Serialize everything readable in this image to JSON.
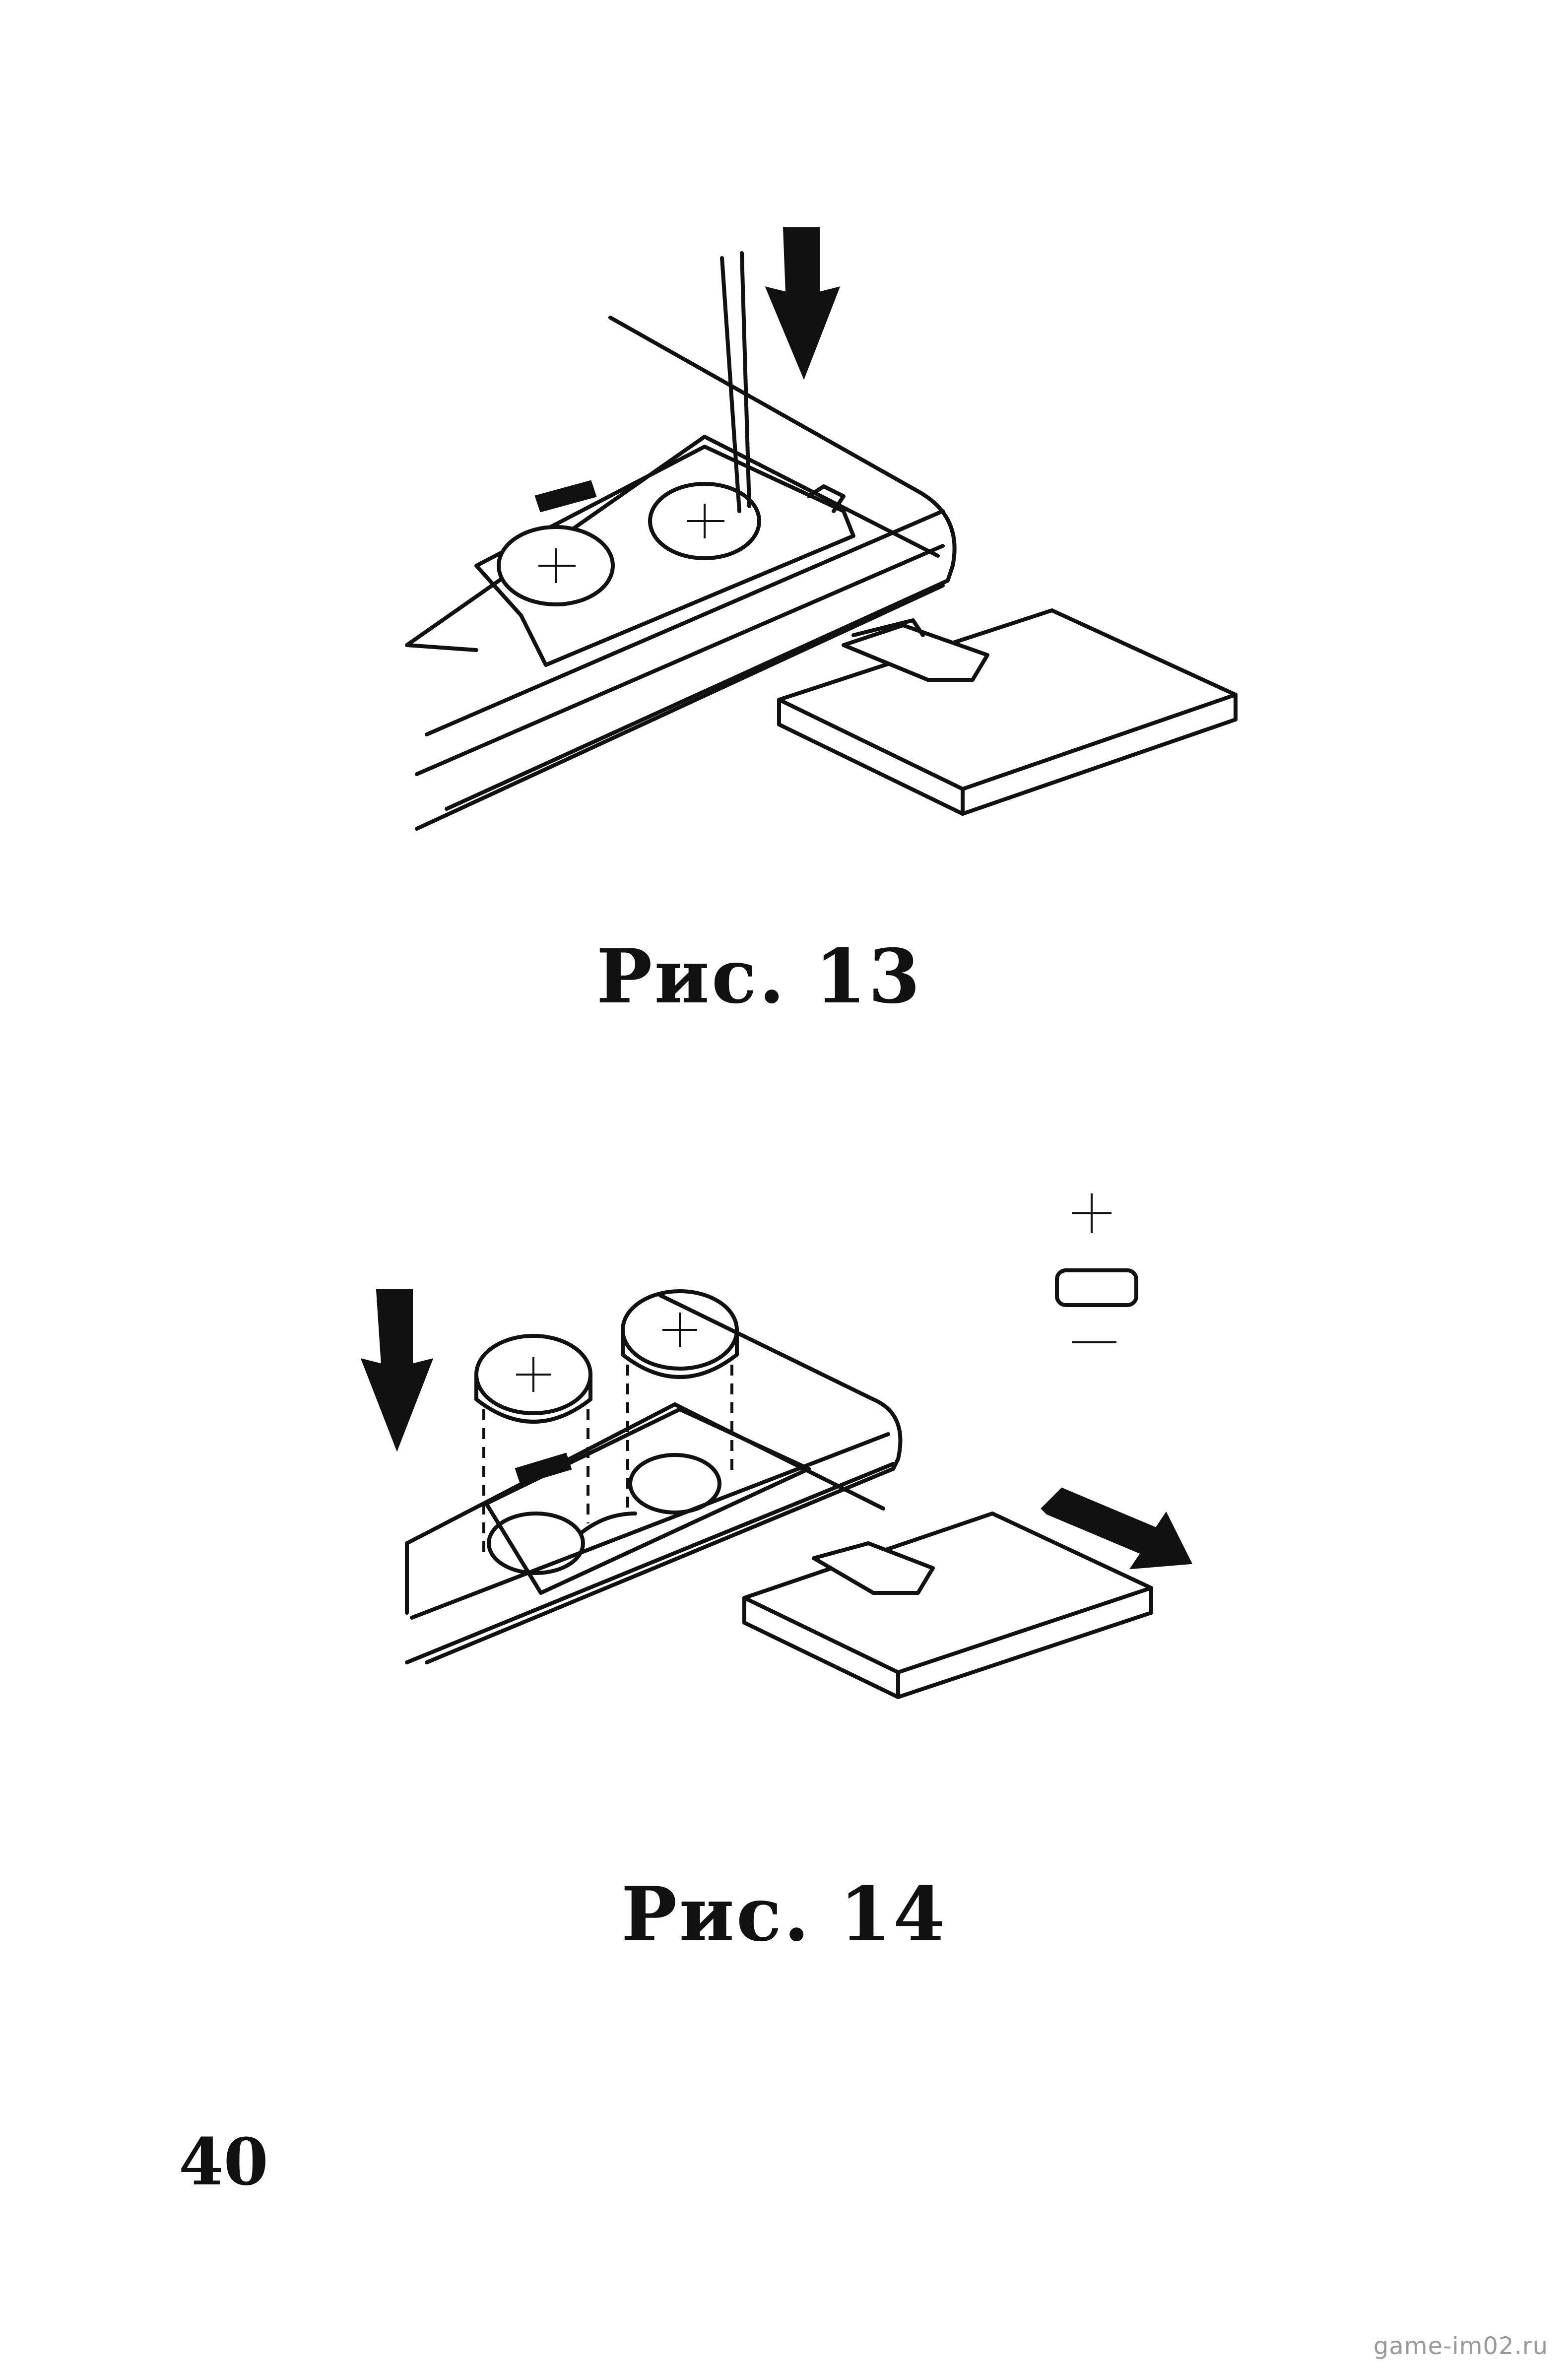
{
  "figures": [
    {
      "caption": "Рис. 13"
    },
    {
      "caption": "Рис. 14"
    }
  ],
  "polarity": {
    "plus": "+",
    "minus": "−"
  },
  "page_number": "40",
  "watermark": "game-im02.ru"
}
